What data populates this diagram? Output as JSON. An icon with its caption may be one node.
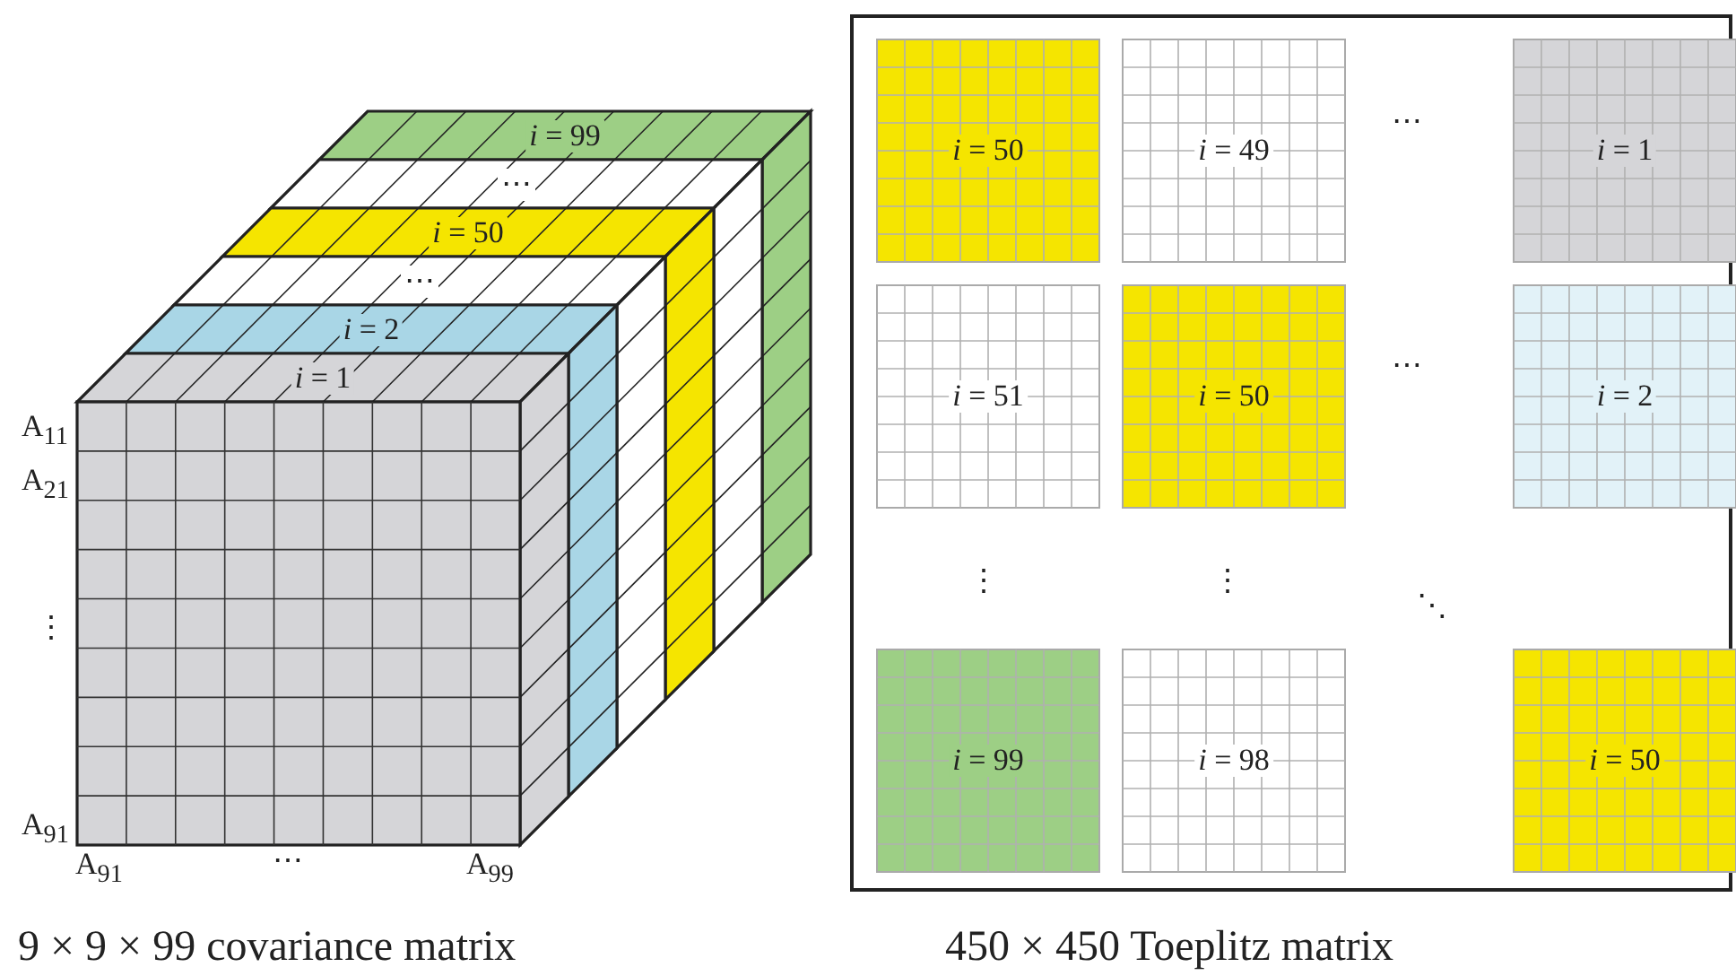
{
  "diagram": {
    "nodes": [
      {
        "text": [
          "*i* = 99"
        ]
      },
      {
        "text": [
          "⋯"
        ]
      },
      {
        "text": [
          "*i* = 50"
        ]
      },
      {
        "text": [
          "⋯"
        ]
      },
      {
        "text": [
          "*i* = 2"
        ]
      },
      {
        "text": [
          "*i* = 1"
        ]
      },
      {
        "text": [],
        "shape": "box"
      },
      {
        "text": [
          "*i* = 50"
        ],
        "in": 6
      },
      {
        "text": [
          "*i* = 49"
        ],
        "in": 6
      },
      {
        "text": [
          "*i* = 1"
        ],
        "in": 6
      },
      {
        "text": [
          "*i* = 51"
        ],
        "in": 6
      },
      {
        "text": [
          "*i* = 50"
        ],
        "in": 6
      },
      {
        "text": [
          "*i* = 2"
        ],
        "in": 6
      },
      {
        "text": [
          "*i* = 99"
        ],
        "in": 6
      },
      {
        "text": [
          "*i* = 98"
        ],
        "in": 6
      },
      {
        "text": [
          "*i* = 50"
        ],
        "in": 6
      }
    ],
    "labels": [
      "⋯",
      "⋯",
      "A$_{11}$",
      "A$_{21}$",
      "⋮",
      "⋮",
      "⋮",
      "⋱",
      "A$_{91}$",
      "A$_{91}$",
      "⋯",
      "A$_{99}$",
      "9 × 9 × 99 covariance matrix",
      "450 × 450 Toeplitz matrix"
    ]
  }
}
